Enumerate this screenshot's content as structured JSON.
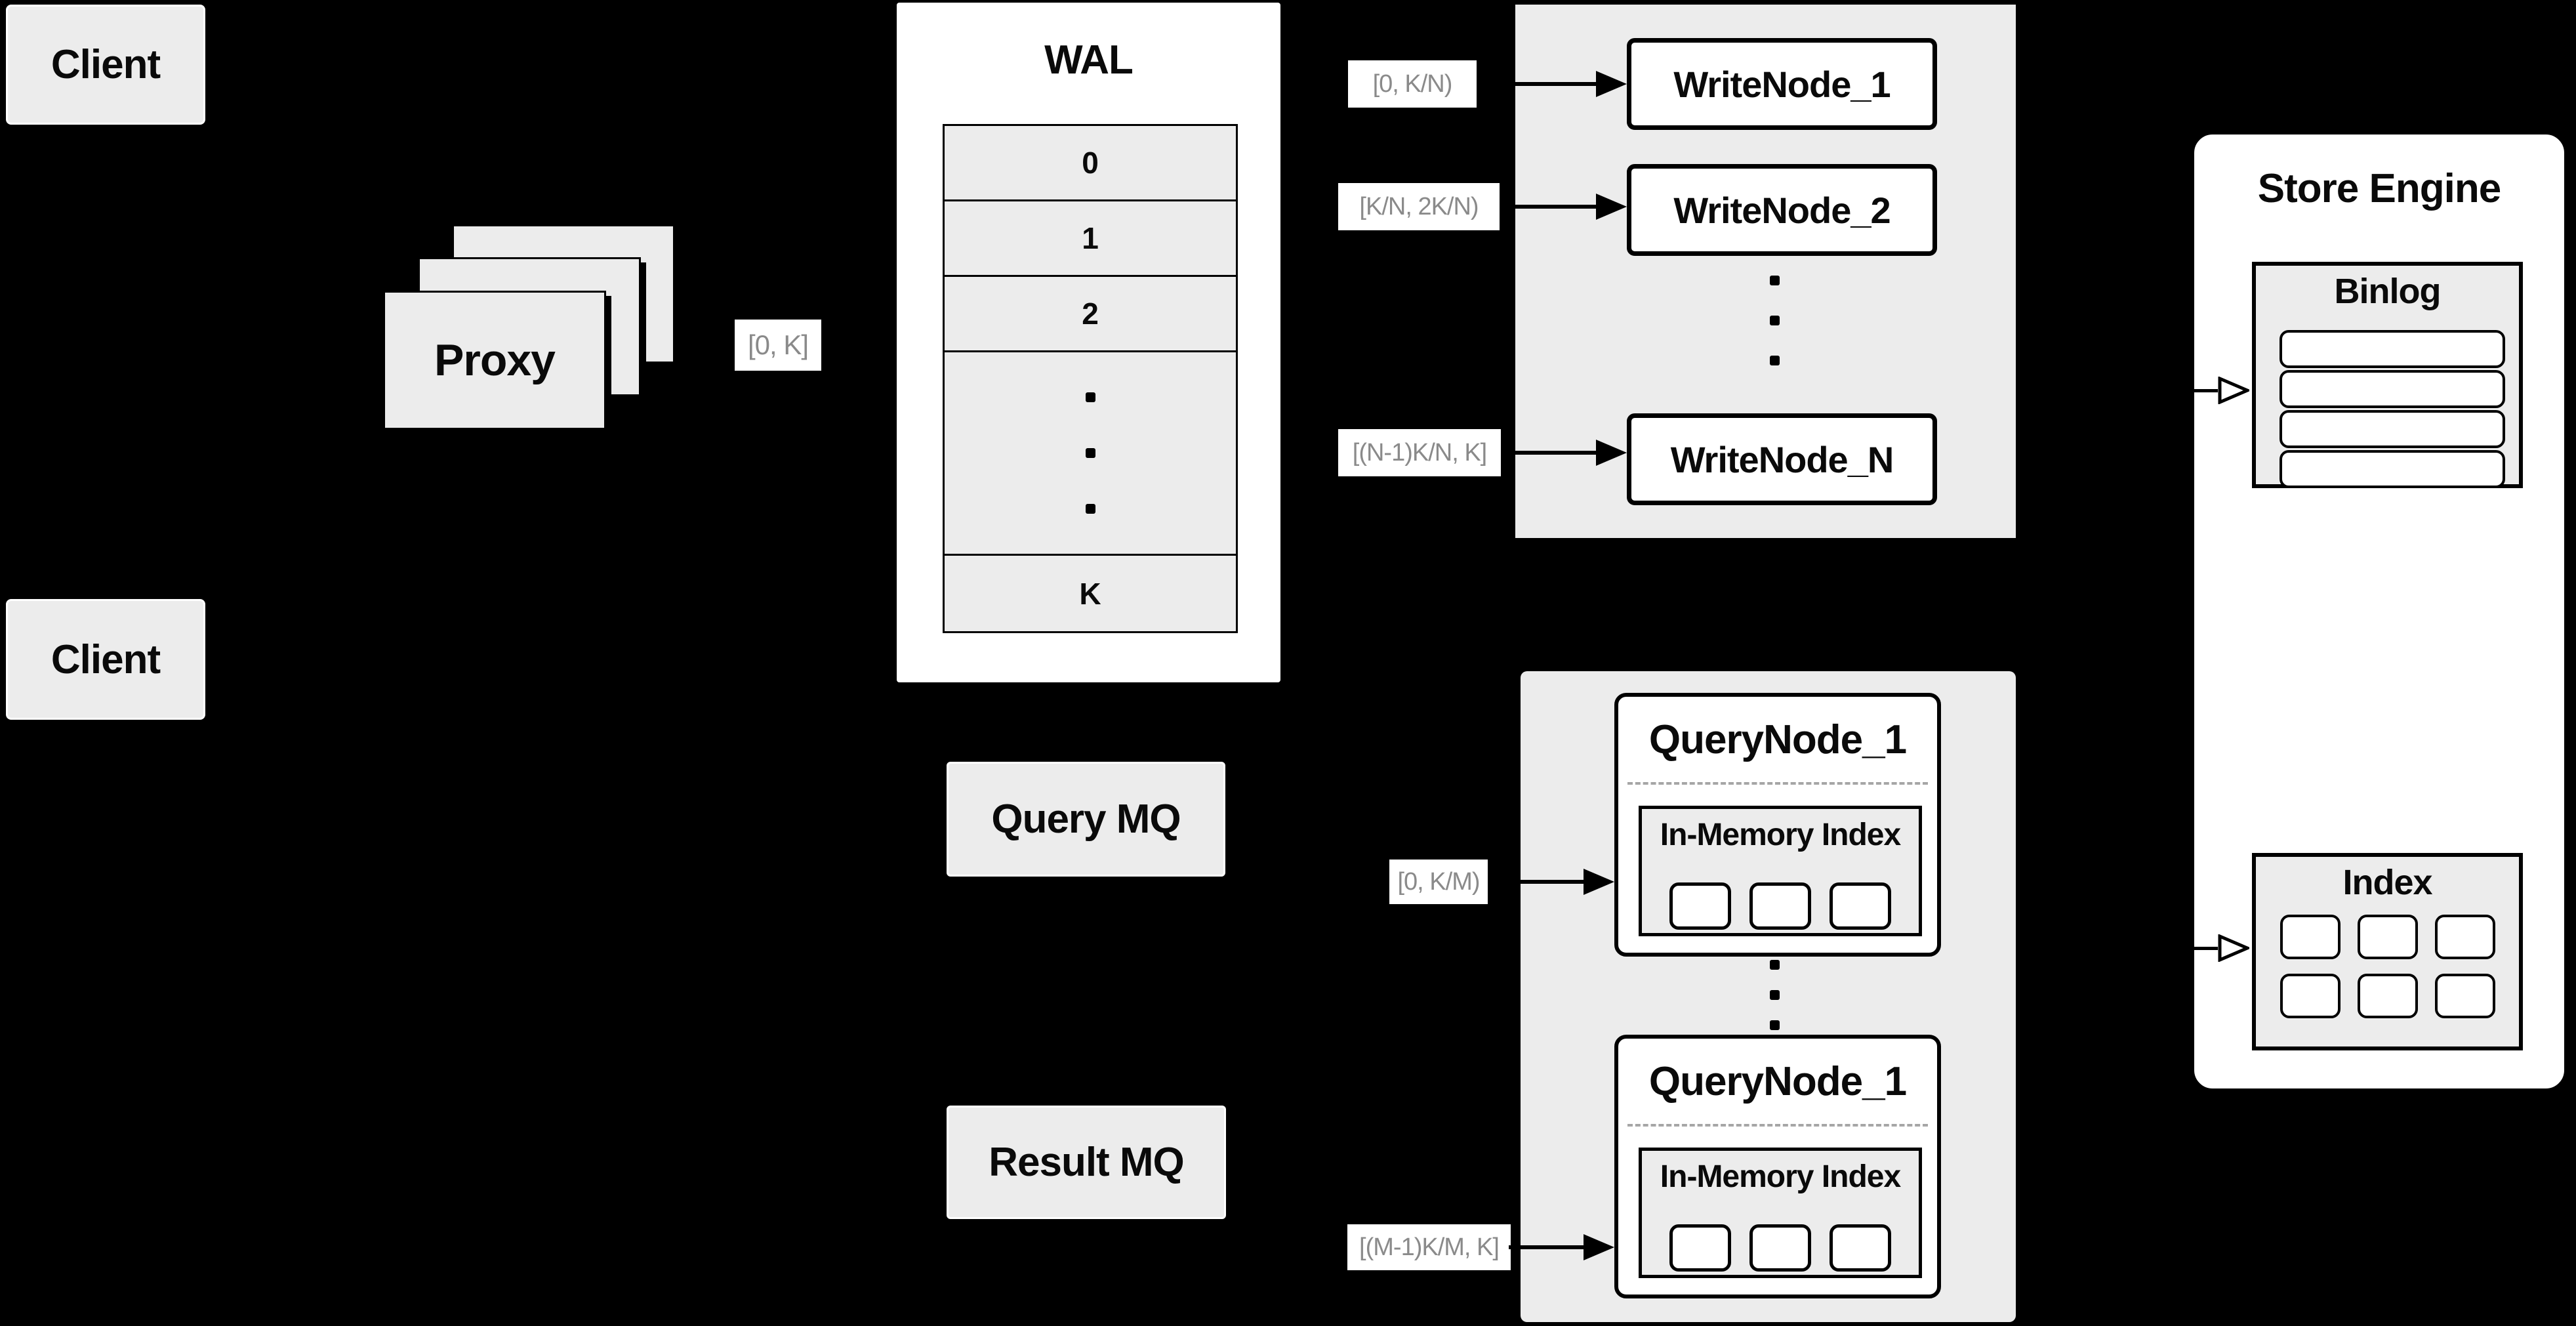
{
  "colors": {
    "background": "#000000",
    "panel_gray": "#ececec",
    "box_white": "#ffffff",
    "line_black": "#000000",
    "range_label_text": "#8a8a8a",
    "dashed_separator": "#a6a6a6"
  },
  "clients": {
    "top": "Client",
    "bottom": "Client"
  },
  "proxy": {
    "label": "Proxy",
    "layer_count": 3,
    "range_label": "[0, K]"
  },
  "wal": {
    "title": "WAL",
    "rows": [
      "0",
      "1",
      "2",
      "K"
    ],
    "ellipsis": "⋮"
  },
  "write_panel": {
    "labels": [
      "[0, K/N)",
      "[K/N, 2K/N)",
      "[(N-1)K/N, K]"
    ],
    "nodes": [
      "WriteNode_1",
      "WriteNode_2",
      "WriteNode_N"
    ],
    "ellipsis": "⋮"
  },
  "mq": {
    "query": "Query MQ",
    "result": "Result MQ"
  },
  "query_panel": {
    "labels": [
      "[0, K/M)",
      "[(M-1)K/M, K]"
    ],
    "nodes": [
      {
        "title": "QueryNode_1",
        "memory": "In-Memory Index",
        "segment_count": 3
      },
      {
        "title": "QueryNode_1",
        "memory": "In-Memory Index",
        "segment_count": 3
      }
    ],
    "ellipsis": "⋮"
  },
  "store": {
    "title": "Store Engine",
    "binlog_title": "Binlog",
    "binlog_rows": 4,
    "index_title": "Index",
    "index_cells": 6
  }
}
